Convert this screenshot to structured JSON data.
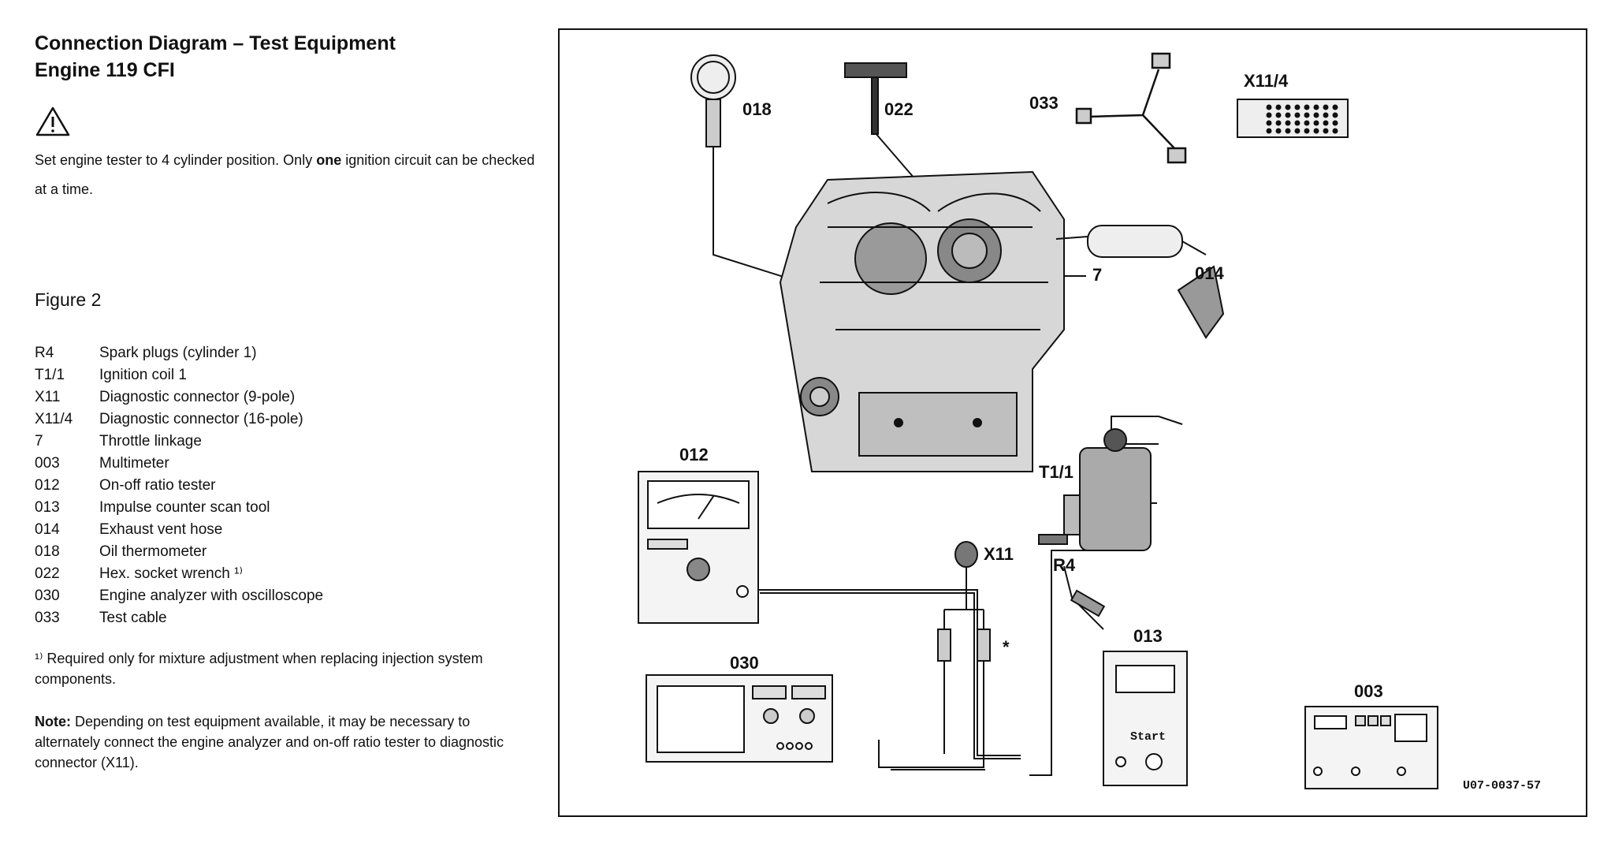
{
  "title": {
    "line1": "Connection Diagram – Test Equipment",
    "line2": "Engine 119 CFI"
  },
  "warning": {
    "icon": "warning-triangle-icon",
    "text_before": "Set engine tester to 4 cylinder position. Only ",
    "text_bold": "one",
    "text_after": " ignition circuit can be checked at a time."
  },
  "figure_label": "Figure 2",
  "legend": [
    {
      "code": "R4",
      "desc": "Spark plugs (cylinder 1)"
    },
    {
      "code": "T1/1",
      "desc": "Ignition coil 1"
    },
    {
      "code": "X11",
      "desc": "Diagnostic connector (9-pole)"
    },
    {
      "code": "X11/4",
      "desc": "Diagnostic connector (16-pole)"
    },
    {
      "code": "7",
      "desc": "Throttle linkage"
    },
    {
      "code": "003",
      "desc": "Multimeter"
    },
    {
      "code": "012",
      "desc": "On-off ratio tester"
    },
    {
      "code": "013",
      "desc": "Impulse counter scan tool"
    },
    {
      "code": "014",
      "desc": "Exhaust vent hose"
    },
    {
      "code": "018",
      "desc": "Oil thermometer"
    },
    {
      "code": "022",
      "desc": "Hex. socket wrench ¹⁾"
    },
    {
      "code": "030",
      "desc": "Engine analyzer with oscilloscope"
    },
    {
      "code": "033",
      "desc": "Test cable"
    }
  ],
  "footnote": "¹⁾ Required only for mixture adjustment when replacing injection system components.",
  "note": {
    "label": "Note:",
    "text": " Depending on test equipment available, it may be necessary to alternately connect the engine analyzer and on-off ratio tester to diagnostic connector (X11)."
  },
  "diagram": {
    "labels": {
      "l018": "018",
      "l022": "022",
      "l033": "033",
      "lX114": "X11/4",
      "l014": "014",
      "l7": "7",
      "l012": "012",
      "lX11": "X11",
      "lT11": "T1/1",
      "lR4": "R4",
      "l013": "013",
      "l030": "030",
      "l003": "003",
      "star": "*"
    },
    "device_texts": {
      "start": "Start"
    },
    "reference": "U07-0037-57"
  }
}
